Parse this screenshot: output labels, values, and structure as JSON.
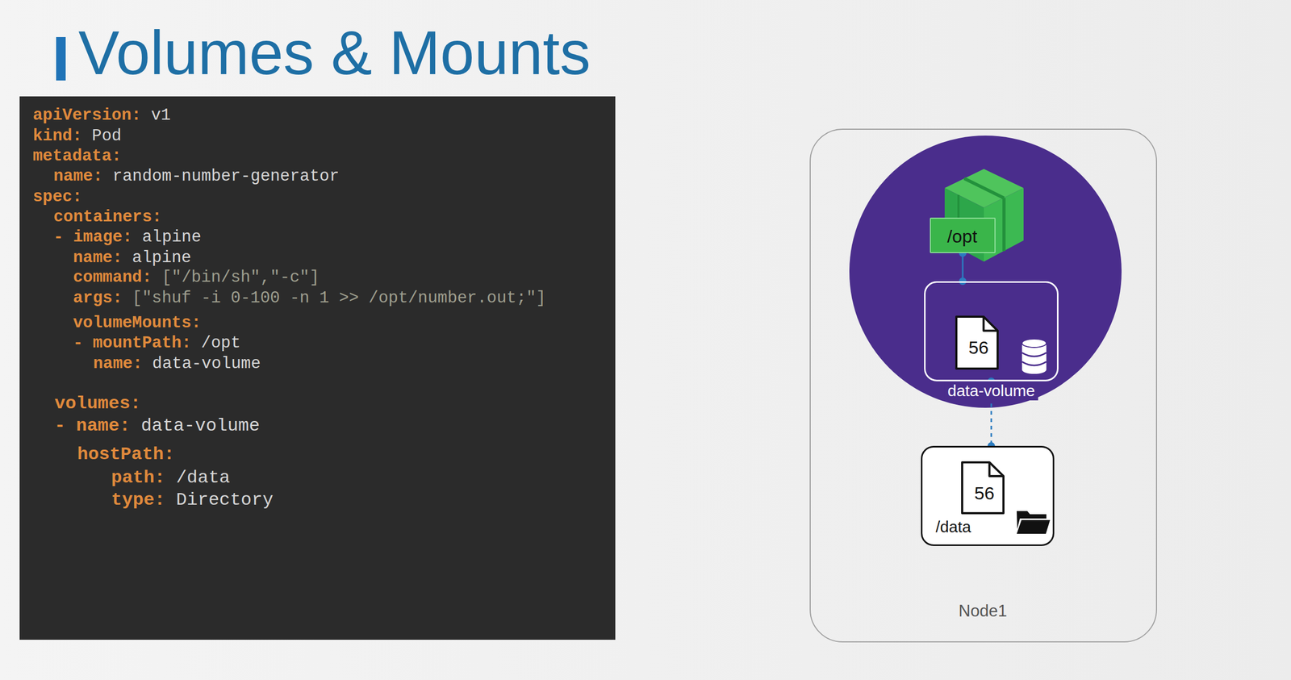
{
  "diagram": {
    "title": "Volumes & Mounts",
    "nodes": [
      {
        "text": [
          "Node1"
        ]
      },
      {
        "text": [
          "/opt"
        ],
        "in": 0
      },
      {
        "text": [
          "56",
          "data-volume"
        ],
        "in": 0
      },
      {
        "text": [
          "56",
          "/data"
        ],
        "in": 0
      }
    ],
    "edges": [
      {
        "from": 1,
        "to": 2,
        "arrow": "none"
      },
      {
        "from": 2,
        "to": 3,
        "arrow": "none"
      }
    ],
    "labels": [
      "apiVersion:",
      "v1",
      "kind:",
      "Pod",
      "metadata:",
      "name:",
      "random-number-generator",
      "spec:",
      "containers:",
      "- image:",
      "alpine",
      "name:",
      "alpine",
      "command:",
      "[\"/bin/sh\",\"-c\"]",
      "args:",
      "[\"shuf -i 0-100 -n 1 >> /opt/number.out;\"]",
      "volumeMounts:",
      "- mountPath:",
      "/opt",
      "name:",
      "data-volume",
      "volumes:",
      "- name:",
      "data-volume",
      "hostPath:",
      "path:",
      "/data",
      "type:",
      "Directory"
    ]
  }
}
